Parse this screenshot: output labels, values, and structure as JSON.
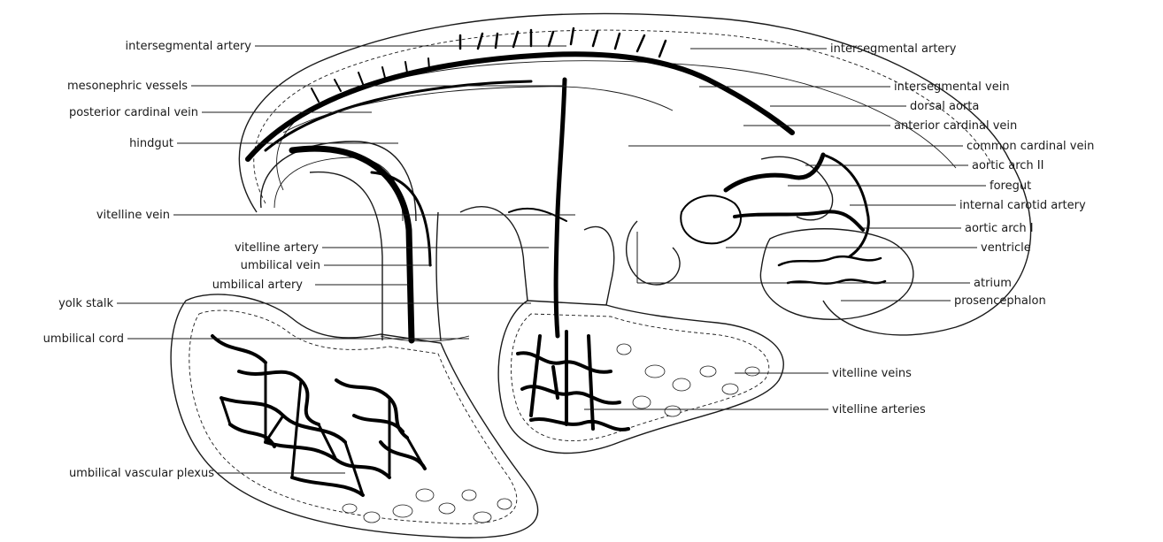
{
  "labels": {
    "intersegmental_artery_left": "intersegmental artery",
    "mesonephric_vessels": "mesonephric vessels",
    "posterior_cardinal_vein": "posterior cardinal vein",
    "hindgut": "hindgut",
    "vitelline_vein": "vitelline vein",
    "vitelline_artery": "vitelline artery",
    "umbilical_vein": "umbilical vein",
    "umbilical_artery": "umbilical artery",
    "yolk_stalk": "yolk stalk",
    "umbilical_cord": "umbilical cord",
    "umbilical_vascular_plexus": "umbilical vascular plexus",
    "intersegmental_artery_right": "intersegmental artery",
    "intersegmental_vein": "intersegmental vein",
    "dorsal_aorta": "dorsal aorta",
    "anterior_cardinal_vein": "anterior cardinal vein",
    "common_cardinal_vein": "common cardinal vein",
    "aortic_arch_2": "aortic arch II",
    "foregut": "foregut",
    "internal_carotid_artery": "internal carotid artery",
    "aortic_arch_1": "aortic arch I",
    "ventricle": "ventricle",
    "atrium": "atrium",
    "prosencephalon": "prosencephalon",
    "vitelline_veins": "vitelline veins",
    "vitelline_arteries": "vitelline arteries"
  },
  "colors": {
    "ink": "#000000",
    "paper": "#ffffff"
  }
}
